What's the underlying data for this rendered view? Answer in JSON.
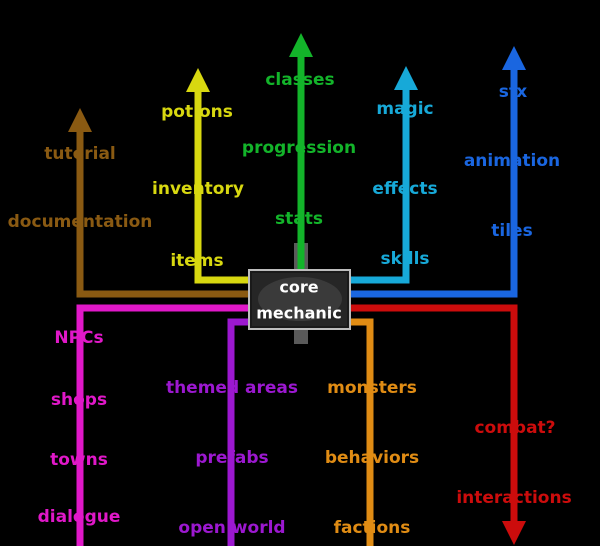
{
  "center": {
    "line1": "core",
    "line2": "mechanic"
  },
  "branches": {
    "tutorial": {
      "color": "#8a5a12",
      "labels": [
        "tutorial",
        "documentation"
      ]
    },
    "content": {
      "color": "#d8d810",
      "labels": [
        "potions",
        "inventory",
        "items"
      ]
    },
    "rpg": {
      "color": "#13b42a",
      "labels": [
        "classes",
        "progression",
        "stats"
      ]
    },
    "magic": {
      "color": "#17a9d8",
      "labels": [
        "magic",
        "effects",
        "skills"
      ]
    },
    "art": {
      "color": "#1a66e0",
      "labels": [
        "sfx",
        "animation",
        "tiles"
      ]
    },
    "social": {
      "color": "#e018c8",
      "labels": [
        "NPCs",
        "shops",
        "towns",
        "dialogue"
      ]
    },
    "world": {
      "color": "#9c18d0",
      "labels": [
        "themed areas",
        "prefabs",
        "open world"
      ]
    },
    "monsters": {
      "color": "#e08c14",
      "labels": [
        "monsters",
        "behaviors",
        "factions"
      ]
    },
    "combat": {
      "color": "#cc0c0c",
      "labels": [
        "combat?",
        "interactions"
      ]
    }
  }
}
